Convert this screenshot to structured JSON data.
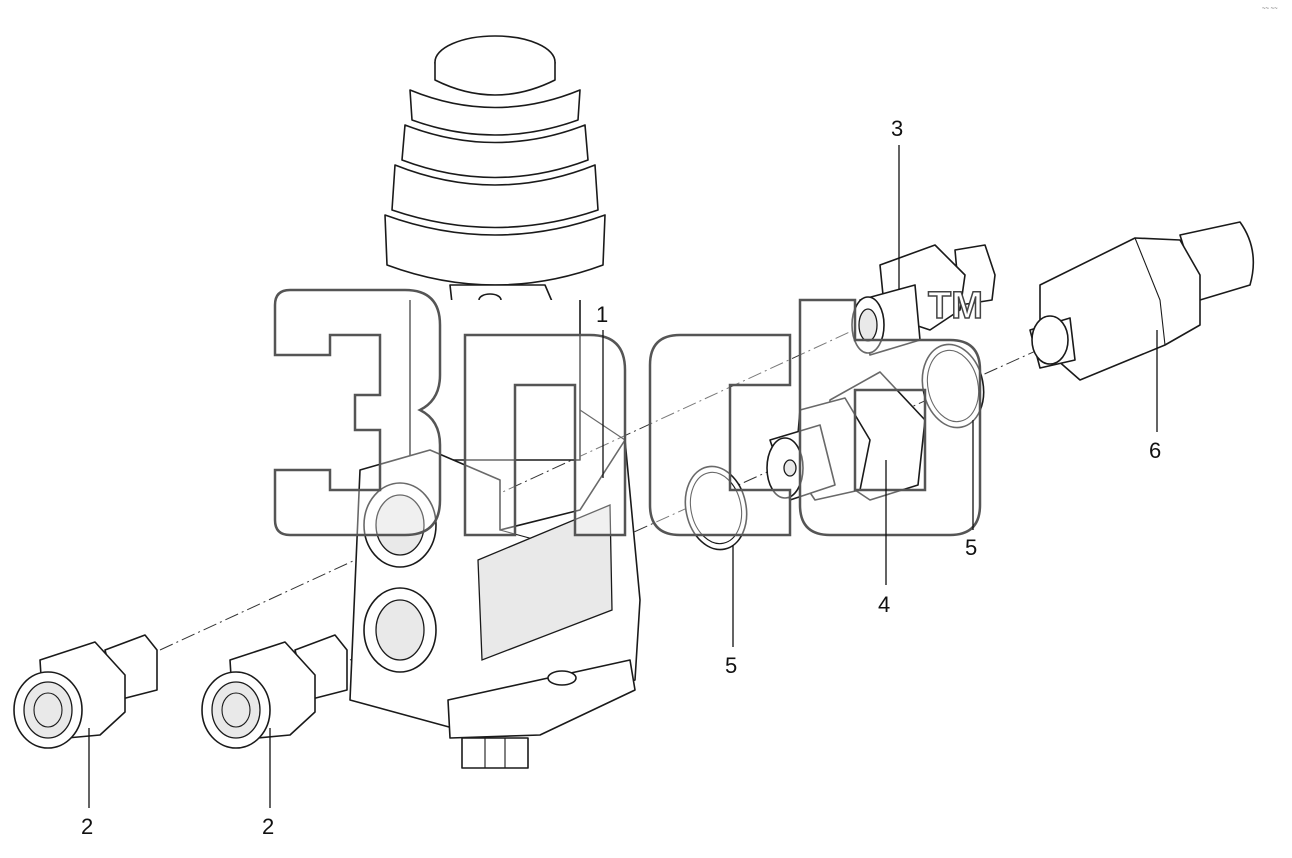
{
  "callouts": [
    "1",
    "2",
    "2",
    "3",
    "4",
    "5",
    "5",
    "6"
  ],
  "watermark": {
    "text": "зпсб",
    "trademark": "TM"
  },
  "corner_mark": "~~ ~~"
}
